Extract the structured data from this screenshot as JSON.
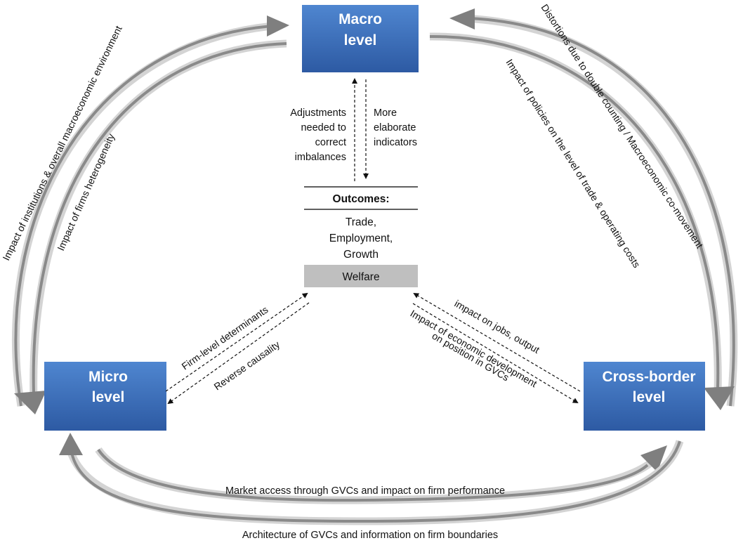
{
  "nodes": {
    "macro": {
      "line1": "Macro",
      "line2": "level"
    },
    "micro": {
      "line1": "Micro",
      "line2": "level"
    },
    "cross_border": {
      "line1": "Cross-border",
      "line2": "level"
    }
  },
  "outcomes": {
    "heading": "Outcomes:",
    "items": [
      "Trade,",
      "Employment,",
      "Growth"
    ],
    "welfare": "Welfare"
  },
  "labels": {
    "adjustments": [
      "Adjustments",
      "needed to",
      "correct",
      "imbalances"
    ],
    "more_elaborate": [
      "More",
      "elaborate",
      "indicators"
    ],
    "institutions": "Impact of institutions & overall macroeconomic environment",
    "heterogeneity": "Impact of firms heterogeneity",
    "distortions": "Distortions due to double counting / Macroeconomic co-movement",
    "policies": "Impact of policies on the level of trade & operating costs",
    "firm_level": "Firm-level determinants",
    "reverse": "Reverse causality",
    "jobs_output": "impact on jobs, output",
    "econ_dev_1": "Impact of economic development",
    "econ_dev_2": "on position in GVCs",
    "market_access": "Market access through GVCs and impact on firm performance",
    "architecture": "Architecture of GVCs and information on firm boundaries"
  },
  "colors": {
    "box_top": "#4f86d0",
    "box_bottom": "#2d5aa3",
    "arrow_fill": "#7f7f7f",
    "arrow_band": "#d4d4d4",
    "welfare_bg": "#bfbfbf"
  }
}
